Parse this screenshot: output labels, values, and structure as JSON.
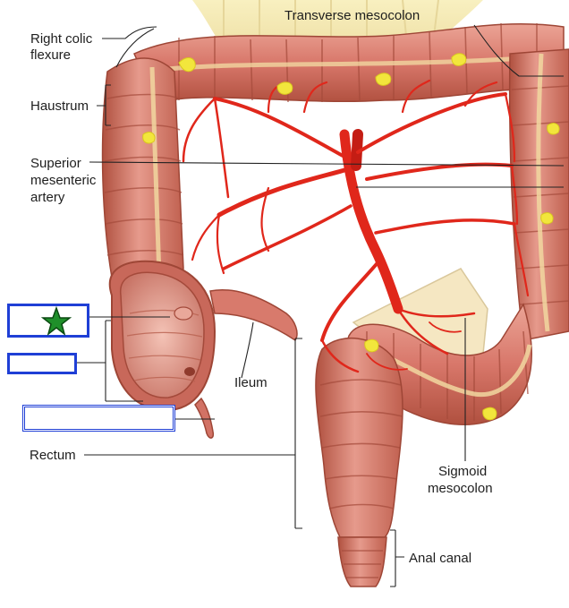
{
  "labels": {
    "transverse_mesocolon": "Transverse mesocolon",
    "right_colic_flexure_line1": "Right colic",
    "right_colic_flexure_line2": "flexure",
    "haustrum": "Haustrum",
    "superior_mesenteric_line1": "Superior",
    "superior_mesenteric_line2": "mesenteric",
    "superior_mesenteric_line3": "artery",
    "ileum": "Ileum",
    "rectum": "Rectum",
    "sigmoid_mesocolon_line1": "Sigmoid",
    "sigmoid_mesocolon_line2": "mesocolon",
    "anal_canal": "Anal canal"
  },
  "answer_boxes": [
    {
      "id": "box-1",
      "marker": "star-icon",
      "marker_color": "#1f8f2a"
    },
    {
      "id": "box-2"
    },
    {
      "id": "box-3"
    }
  ],
  "colors": {
    "colon": "#d9786c",
    "colon_dark": "#b2503f",
    "artery": "#e0271b",
    "fat": "#f2e63c",
    "mesentery": "#f3e3c0",
    "box_border": "#1f3fd6",
    "star": "#1f8f2a"
  }
}
